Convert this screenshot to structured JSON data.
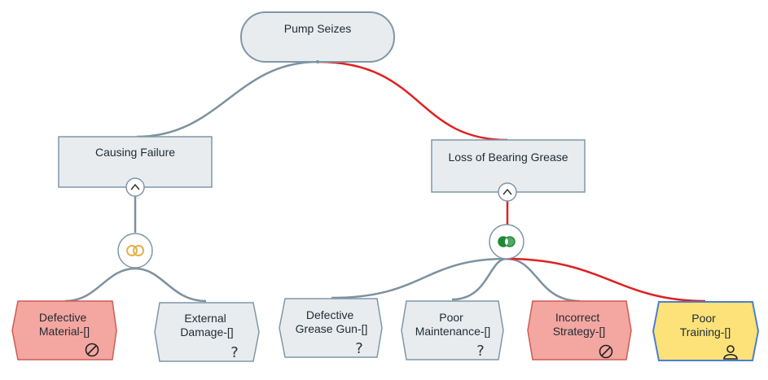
{
  "colors": {
    "node_fill": "#e8ecef",
    "node_stroke": "#7f97a8",
    "connector_gray": "#7d919e",
    "connector_red": "#e02020",
    "leaf_red_fill": "#f4a6a0",
    "leaf_red_stroke": "#cf5b55",
    "leaf_yellow_fill": "#fde27a",
    "leaf_yellow_stroke": "#4a7fd0",
    "gate_and_color": "#e2b24a",
    "gate_or_color": "#1e8a34"
  },
  "root": {
    "label": "Pump Seizes"
  },
  "branches": [
    {
      "label": "Causing Failure",
      "collapse_icon": "chevron-up-icon",
      "gate_icon": "and-gate-icon",
      "path_highlighted": false
    },
    {
      "label": "Loss of Bearing Grease",
      "collapse_icon": "chevron-up-icon",
      "gate_icon": "or-gate-icon",
      "path_highlighted": true
    }
  ],
  "leaves": [
    {
      "lines": [
        "Defective",
        "Material-[]"
      ],
      "status": "refuted",
      "status_icon": "no-entry-icon",
      "style": "red"
    },
    {
      "lines": [
        "External",
        "Damage-[]"
      ],
      "status": "unverified",
      "status_icon": "question-icon",
      "status_text": "?",
      "style": "gray"
    },
    {
      "lines": [
        "Defective",
        "Grease Gun-[]"
      ],
      "status": "unverified",
      "status_icon": "question-icon",
      "status_text": "?",
      "style": "gray"
    },
    {
      "lines": [
        "Poor",
        "Maintenance-[]"
      ],
      "status": "unverified",
      "status_icon": "question-icon",
      "status_text": "?",
      "style": "gray"
    },
    {
      "lines": [
        "Incorrect",
        "Strategy-[]"
      ],
      "status": "refuted",
      "status_icon": "no-entry-icon",
      "style": "red"
    },
    {
      "lines": [
        "Poor",
        "Training-[]"
      ],
      "status": "root-cause",
      "status_icon": "person-icon",
      "style": "yellow"
    }
  ]
}
